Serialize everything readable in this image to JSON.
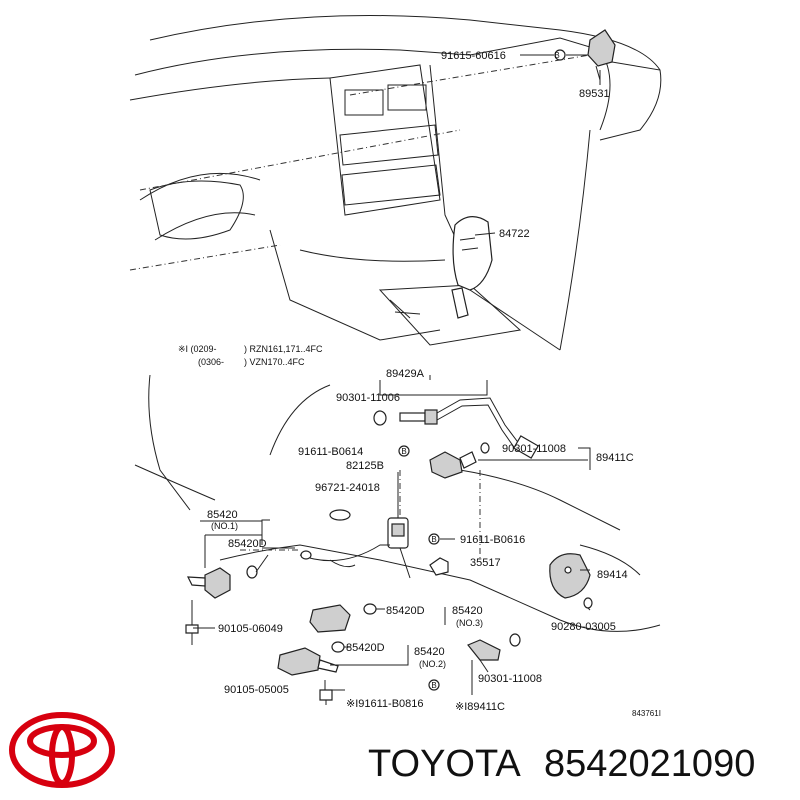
{
  "brand": {
    "name": "TOYOTA",
    "part_number": "8542021090",
    "logo_color": "#d7000f"
  },
  "diagram": {
    "ref_code": "843761I",
    "notes": {
      "line1_code": "※I (0209-",
      "line1_model": ") RZN161,171..4FC",
      "line2_code": "(0306-",
      "line2_model": ") VZN170..4FC"
    },
    "labels": {
      "p91615": "91615-60616",
      "p89531": "89531",
      "p84722": "84722",
      "p89429a": "89429A",
      "p90301a": "90301-11006",
      "p91611a": "91611-B0614",
      "p90301b": "90301-11008",
      "p89411c": "89411C",
      "p82125b": "82125B",
      "p96721": "96721-24018",
      "p85420": "85420",
      "no1": "(NO.1)",
      "p85420d_a": "85420D",
      "p91611b": "91611-B0616",
      "p35517": "35517",
      "p89414": "89414",
      "p85420d_b": "85420D",
      "p85420_b": "85420",
      "no3": "(NO.3)",
      "p90105a": "90105-06049",
      "p90280": "90280-03005",
      "p85420d_c": "85420D",
      "p85420_c": "85420",
      "no2": "(NO.2)",
      "p90301c": "90301-11008",
      "p90105b": "90105-05005",
      "p91611c": "※I91611-B0816",
      "p89411c_b": "※I89411C"
    },
    "marker": "B"
  }
}
